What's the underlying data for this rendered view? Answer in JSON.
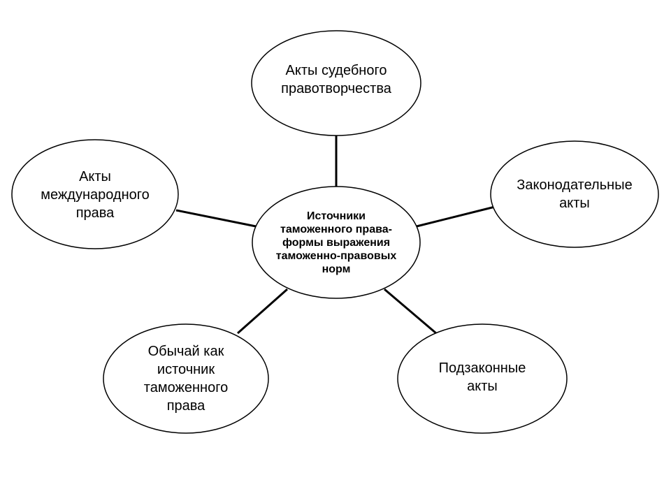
{
  "diagram": {
    "center": {
      "label": "Источники\nтаможенного права-\nформы выражения\nтаможенно-правовых\nнорм"
    },
    "nodes": [
      {
        "id": "top",
        "label": "Акты судебного\nправотворчества"
      },
      {
        "id": "right",
        "label": "Законодательные\nакты"
      },
      {
        "id": "bottom-right",
        "label": "Подзаконные\nакты"
      },
      {
        "id": "bottom-left",
        "label": "Обычай как\nисточник\nтаможенного\nправа"
      },
      {
        "id": "left",
        "label": "Акты\nмеждународного\nправа"
      }
    ]
  }
}
